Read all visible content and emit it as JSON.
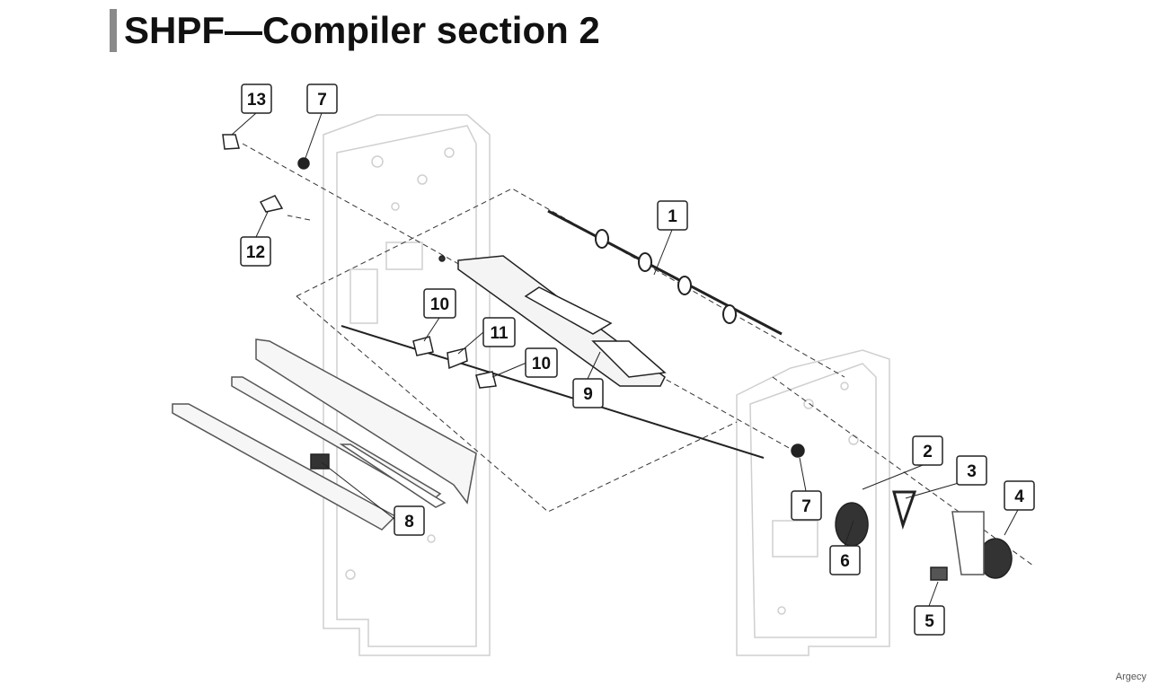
{
  "page": {
    "title": "SHPF—Compiler section 2",
    "footer": "Argecy"
  },
  "callouts": [
    {
      "id": "c13",
      "label": "13"
    },
    {
      "id": "c7a",
      "label": "7"
    },
    {
      "id": "c12",
      "label": "12"
    },
    {
      "id": "c1",
      "label": "1"
    },
    {
      "id": "c10a",
      "label": "10"
    },
    {
      "id": "c11",
      "label": "11"
    },
    {
      "id": "c10b",
      "label": "10"
    },
    {
      "id": "c9",
      "label": "9"
    },
    {
      "id": "c8",
      "label": "8"
    },
    {
      "id": "c2",
      "label": "2"
    },
    {
      "id": "c3",
      "label": "3"
    },
    {
      "id": "c4",
      "label": "4"
    },
    {
      "id": "c7b",
      "label": "7"
    },
    {
      "id": "c6",
      "label": "6"
    },
    {
      "id": "c5",
      "label": "5"
    }
  ]
}
